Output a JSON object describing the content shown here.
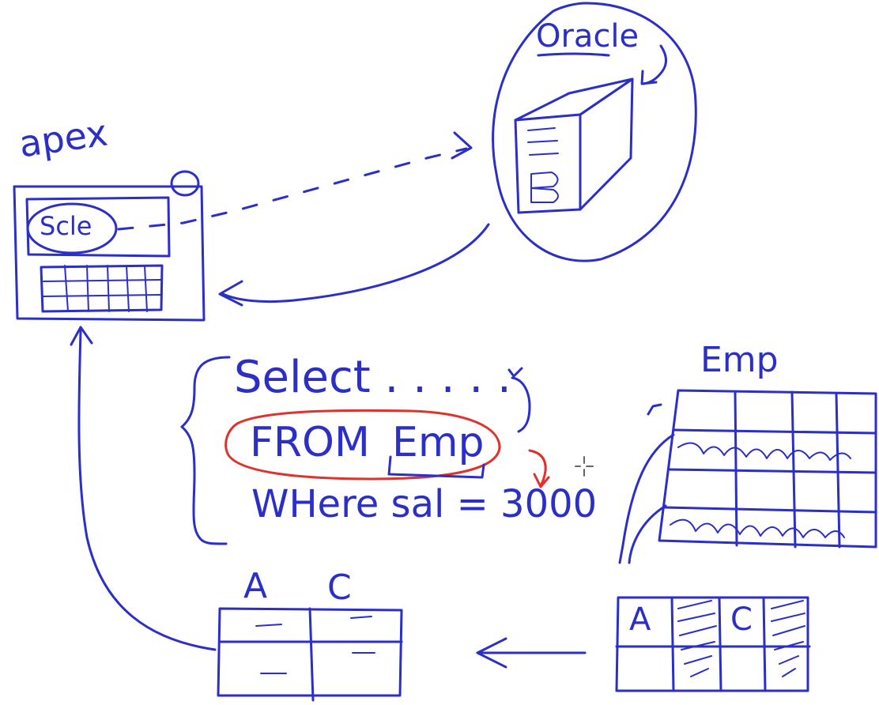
{
  "colors": {
    "ink": "#2b2fc7",
    "red": "#e0322c"
  },
  "labels": {
    "apex": "apex",
    "sele": "Scle",
    "oracle": "Oracle",
    "emp_title": "Emp",
    "sql_select": "Select . . . . .",
    "sql_from": "FROM",
    "sql_emp": "Emp",
    "sql_where": "WHere sal = 3000",
    "result_col_a": "A",
    "result_col_c": "C",
    "source_col_a": "A",
    "source_col_c": "C"
  },
  "icons": {
    "server": "server-icon",
    "cursor": "crosshair-cursor-icon"
  }
}
